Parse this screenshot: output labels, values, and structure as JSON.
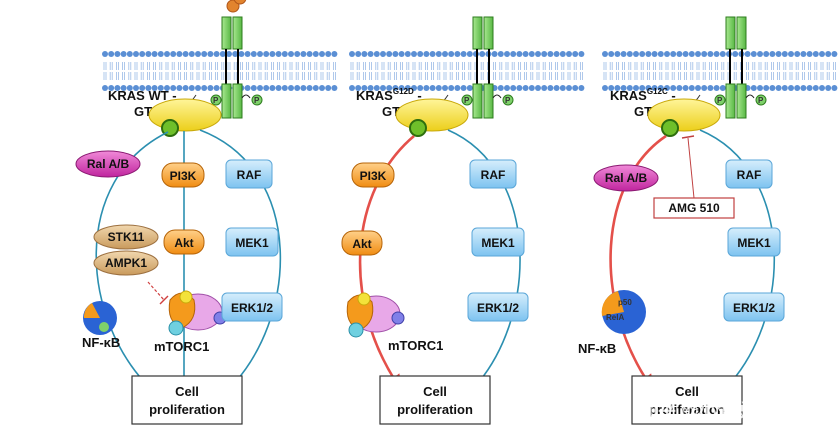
{
  "panels": [
    {
      "kras_label": "KRAS WT -",
      "gtp": "GTP",
      "p1": "P",
      "p2": "P",
      "ral": "Ral A/B",
      "pi3k": "PI3K",
      "raf": "RAF",
      "stk11": "STK11",
      "ampk1": "AMPK1",
      "akt": "Akt",
      "mek1": "MEK1",
      "nfkb": "NF-κB",
      "mtorc1": "mTORC1",
      "erk": "ERK1/2",
      "cell1": "Cell",
      "cell2": "proliferation"
    },
    {
      "kras_label": "KRAS",
      "kras_sup": "G12D",
      "kras_dash": " -",
      "gtp": "GTP",
      "p1": "P",
      "p2": "P",
      "pi3k": "PI3K",
      "raf": "RAF",
      "akt": "Akt",
      "mek1": "MEK1",
      "mtorc1": "mTORC1",
      "erk": "ERK1/2",
      "cell1": "Cell",
      "cell2": "proliferation"
    },
    {
      "kras_label": "KRAS",
      "kras_sup": "G12C",
      "kras_dash": " -",
      "gtp": "GTP",
      "p1": "P",
      "p2": "P",
      "ral": "Ral A/B",
      "raf": "RAF",
      "amg": "AMG 510",
      "mek1": "MEK1",
      "p50": "p50",
      "rela": "RelA",
      "erk": "ERK1/2",
      "nfkb": "NF-κB",
      "cell1": "Cell",
      "cell2": "proliferation"
    }
  ],
  "watermark": "知乎 @小爱说药",
  "colors": {
    "membrane_head": "#5b8fd4",
    "receptor": "#7ed06a",
    "kras": "#f3e23a",
    "gtp_ball": "#6fbf2a",
    "ral": "#d23fb2",
    "pi3k_akt": "#f49a1c",
    "raf_mek_erk": "#8ecdf5",
    "stk_ampk": "#d9b07a",
    "arrow_normal": "#2b8fb0",
    "arrow_oncogenic": "#e4504a"
  }
}
